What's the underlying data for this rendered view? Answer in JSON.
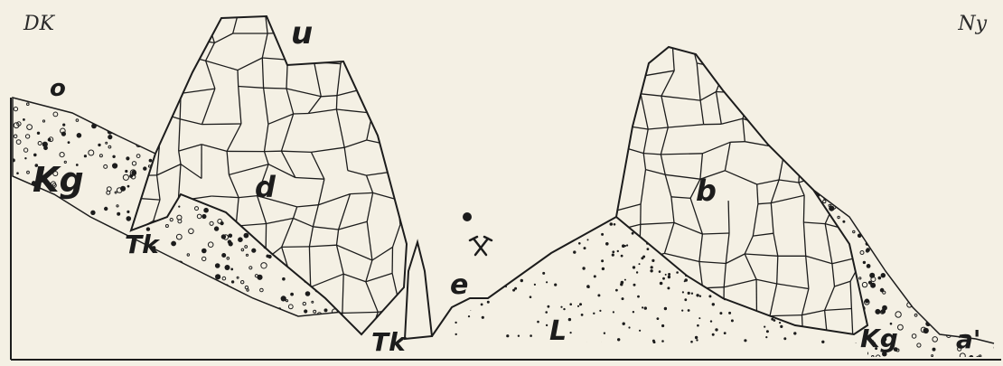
{
  "corners": {
    "left": "DK",
    "right": "Ny"
  },
  "labels": {
    "o": "o",
    "u": "u",
    "kg_left": "Kg",
    "d": "d",
    "tk_left": "Tk",
    "tk_bottom": "Tk",
    "e": "e",
    "l": "L",
    "b": "b",
    "kg_right": "Kg",
    "a": "a'"
  },
  "colors": {
    "paper": "#f4f0e4",
    "ink": "#1c1c1c"
  },
  "symbols": {
    "mine": "crossed-hammers-icon",
    "point": "dot-icon"
  }
}
